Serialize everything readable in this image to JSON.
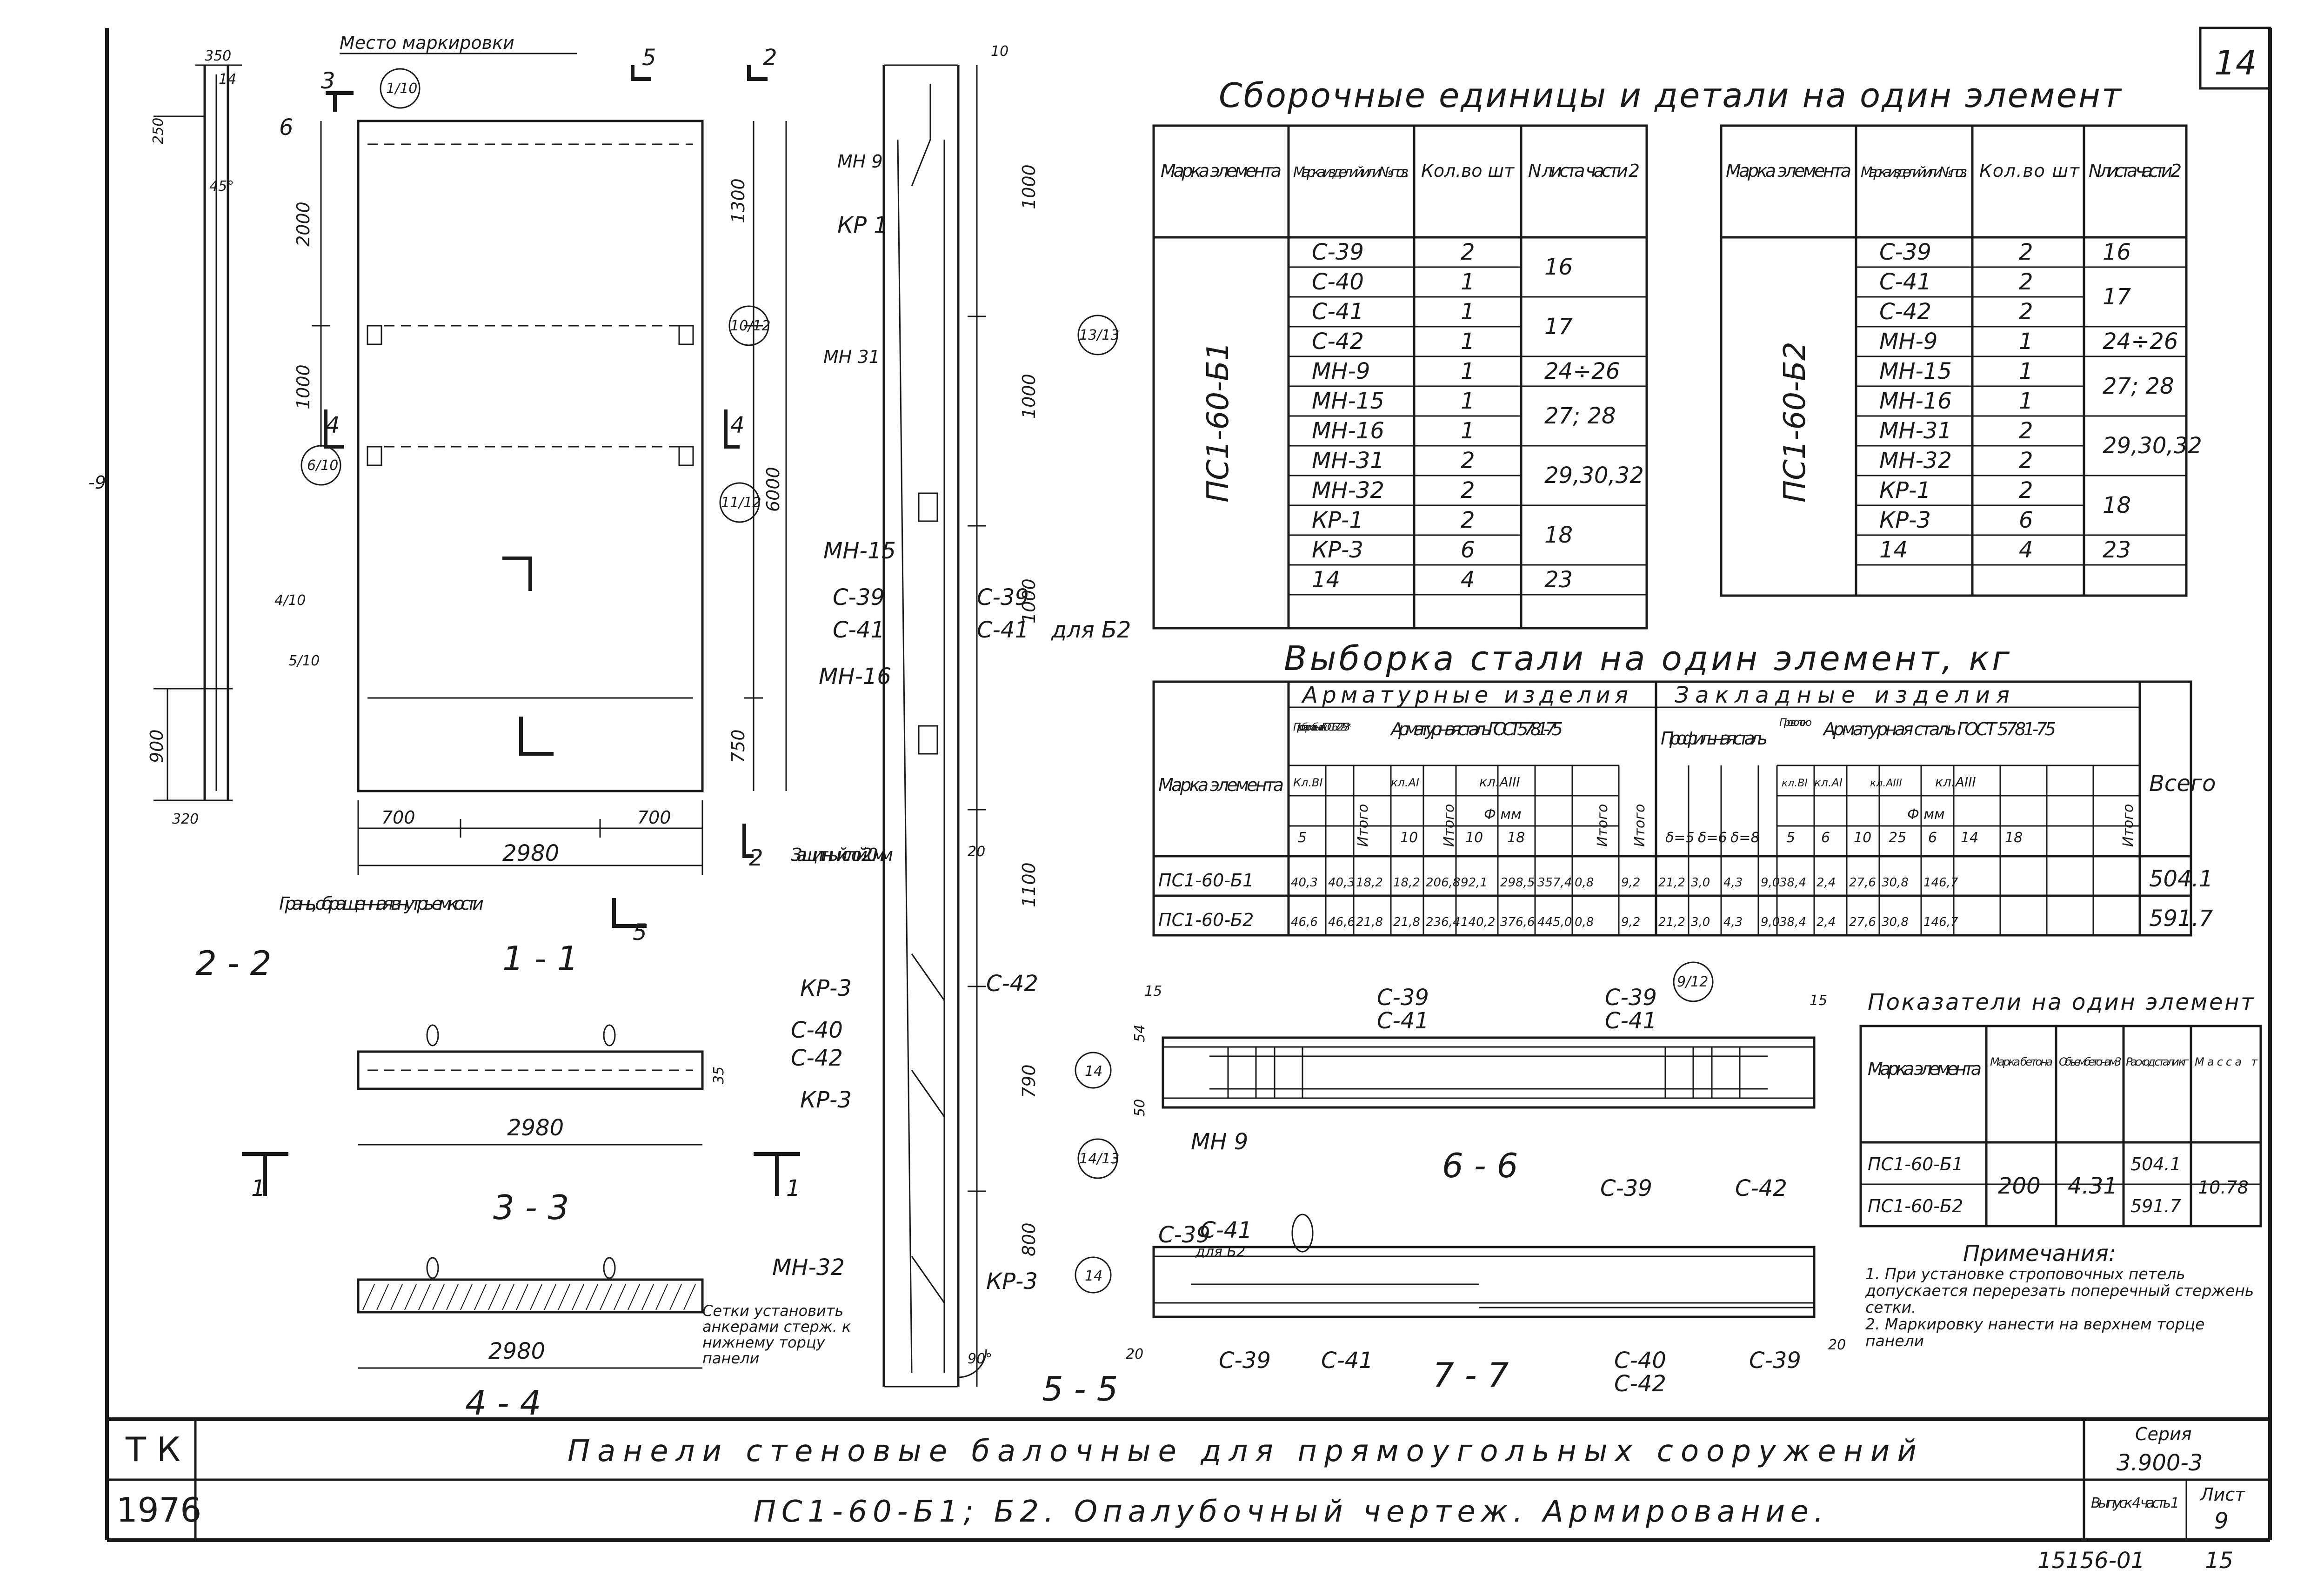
{
  "sheet_corner": "14",
  "left_margin_mark": "-9",
  "stamp": {
    "org": "Т К",
    "year": "1976",
    "title_line1": "Панели стеновые балочные для прямоугольных сооружений",
    "title_line2": "ПС1-60-Б1; Б2. Опалубочный чертеж. Армирование.",
    "series_label": "Серия",
    "series_value": "3.900-3",
    "issue_label": "Выпуск 4 часть 1",
    "sheet_label": "Лист",
    "sheet_value": "9",
    "archive_no": "15156-01",
    "archive_page": "15"
  },
  "units_table_title": "Сборочные единицы и детали на один элемент",
  "units_table_headers": [
    "Марка элемента",
    "Марка изделий или № поз.",
    "Кол.во шт",
    "N листа части 2"
  ],
  "units_table_b1": {
    "element": "ПС1-60-Б1",
    "marks": [
      "С-39",
      "С-40",
      "С-41",
      "С-42",
      "МН-9",
      "МН-15",
      "МН-16",
      "МН-31",
      "МН-32",
      "КР-1",
      "КР-3",
      "14"
    ],
    "qty": [
      "2",
      "1",
      "1",
      "1",
      "1",
      "1",
      "1",
      "2",
      "2",
      "2",
      "6",
      "4"
    ],
    "sheets": [
      "16",
      "17",
      "24÷26",
      "27; 28",
      "29,30,32",
      "18",
      "23"
    ]
  },
  "units_table_b2": {
    "element": "ПС1-60-Б2",
    "marks": [
      "С-39",
      "С-41",
      "С-42",
      "МН-9",
      "МН-15",
      "МН-16",
      "МН-31",
      "МН-32",
      "КР-1",
      "КР-3",
      "14"
    ],
    "qty": [
      "2",
      "2",
      "2",
      "1",
      "1",
      "1",
      "2",
      "2",
      "2",
      "6",
      "4"
    ],
    "sheets": [
      "16",
      "17",
      "24÷26",
      "27; 28",
      "29,30,32",
      "18",
      "23"
    ]
  },
  "steel_table_title": "Выборка стали на один элемент, кг",
  "steel_table": {
    "group1": "Арматурные изделия",
    "group2": "Закладные изделия",
    "col_mark": "Марка элемента",
    "sub1": "Проб.арм. обыкн. ГОСТ 6727-53*",
    "sub2": "Арматурная сталь ГОСТ 5781-75",
    "sub3": "Профильная сталь",
    "sub4": "Проволоко",
    "sub5": "Арматурная сталь ГОСТ 5781-75",
    "class_a": "Кл.ВI",
    "class_b": "кл.АI",
    "class_c": "кл.АIII",
    "class_d": "кл.АI",
    "class_e": "кл.АIII",
    "class_f": "кл.ВI",
    "class_g": "кл.АIII",
    "phi_mm": "Ф мм",
    "itogo": "Итого",
    "vsego": "Всего",
    "diams": [
      "5",
      "10",
      "10",
      "18",
      "δ=5",
      "δ=6",
      "δ=8",
      "5",
      "6",
      "10",
      "25",
      "6",
      "14",
      "18"
    ],
    "rows": [
      {
        "mark": "ПС1-60-Б1",
        "vals": [
          "40,3",
          "40,3",
          "18,2",
          "18,2",
          "206,8",
          "92,1",
          "298,5",
          "357,4",
          "0,8",
          "9,2",
          "21,2",
          "3,0",
          "4,3",
          "9,0",
          "38,4",
          "2,4",
          "27,6",
          "30,8",
          "146,7",
          "504.1"
        ]
      },
      {
        "mark": "ПС1-60-Б2",
        "vals": [
          "46,6",
          "46,6",
          "21,8",
          "21,8",
          "236,4",
          "140,2",
          "376,6",
          "445,0",
          "0,8",
          "9,2",
          "21,2",
          "3,0",
          "4,3",
          "9,0",
          "38,4",
          "2,4",
          "27,6",
          "30,8",
          "146,7",
          "591.7"
        ]
      }
    ]
  },
  "indicators_title": "Показатели на один элемент",
  "indicators": {
    "headers": [
      "Марка элемента",
      "Марка бетона",
      "Объем бетона м3",
      "Расход стали кг",
      "Масса т"
    ],
    "rows": [
      {
        "mark": "ПС1-60-Б1",
        "steel": "504.1"
      },
      {
        "mark": "ПС1-60-Б2",
        "steel": "591.7"
      }
    ],
    "concrete": "200",
    "volume": "4.31",
    "mass": "10.78"
  },
  "notes": {
    "title": "Примечания:",
    "items": [
      "1. При установке строповочных петель допускается перерезать поперечный стержень сетки.",
      "2. Маркировку нанести на верхнем торце панели"
    ]
  },
  "drawing_labels": {
    "place_marking": "Место маркировки",
    "face_inside": "Грань, обращенная внутрь емкости",
    "cover": "Защитный слой 20мм",
    "mesh_note": "Сетки установить анкерами стерж. к нижнему торцу панели",
    "for_b2": "для Б2",
    "for_b2_short": "для Б2",
    "sec_11": "1 - 1",
    "sec_22": "2 - 2",
    "sec_33": "3 - 3",
    "sec_44": "4 - 4",
    "sec_55": "5 - 5",
    "sec_66": "6 - 6",
    "sec_77": "7 - 7",
    "dims": {
      "d350": "350",
      "d14": "14",
      "d250": "250",
      "d45": "45°",
      "d900": "900",
      "d320": "320",
      "d2000": "2000",
      "d1000": "1000",
      "d1300": "1300",
      "d6000": "6000",
      "d750": "750",
      "d700a": "700",
      "d700b": "700",
      "d2980": "2980",
      "d2980b": "2980",
      "d2980c": "2980",
      "d35": "35",
      "d1000a": "1000",
      "d1000b": "1000",
      "d1000c": "1000",
      "d1100": "1100",
      "d790": "790",
      "d800": "800",
      "d20": "20",
      "d90": "90°",
      "d10": "10",
      "d15a": "15",
      "d15b": "15",
      "d54": "54",
      "d50": "50",
      "d20b": "20",
      "d20c": "20"
    },
    "marks": {
      "m3": "3",
      "m5": "5",
      "m2": "2",
      "m6": "6",
      "m4": "4",
      "m1": "1",
      "MH9": "МН 9",
      "KP1": "КР 1",
      "MH31": "МН 31",
      "MH15": "МН-15",
      "C39": "С-39",
      "C41": "С-41",
      "MH16": "МН-16",
      "KP3": "КР-3",
      "C40": "С-40",
      "C42": "С-42",
      "MH32": "МН-32",
      "call_1_10": "1/10",
      "call_10_12": "10/12",
      "call_6_10": "6/10",
      "call_11_12": "11/12",
      "call_4_10": "4/10",
      "call_5_10": "5/10",
      "call_13_13": "13/13",
      "call_14_13": "14/13",
      "call_9_12": "9/12",
      "call_14": "14",
      "call_14b": "14"
    }
  }
}
